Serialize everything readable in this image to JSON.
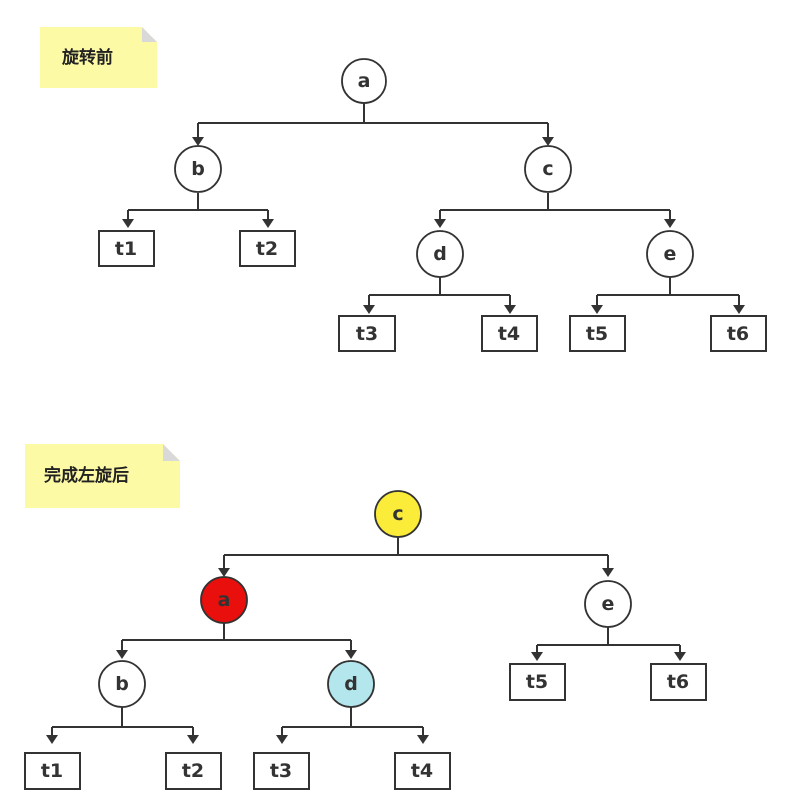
{
  "notes": {
    "before": "旋转前",
    "after": "完成左旋后"
  },
  "colors": {
    "note_bg": "#fdfaa6",
    "node_default": "#ffffff",
    "node_c_after": "#fbec3a",
    "node_a_after": "#e80f0c",
    "node_d_after": "#b4e6ee",
    "stroke": "#333333"
  },
  "tree_before": {
    "nodes": {
      "a": "a",
      "b": "b",
      "c": "c",
      "d": "d",
      "e": "e"
    },
    "leaves": {
      "t1": "t1",
      "t2": "t2",
      "t3": "t3",
      "t4": "t4",
      "t5": "t5",
      "t6": "t6"
    }
  },
  "tree_after": {
    "nodes": {
      "c": "c",
      "a": "a",
      "e": "e",
      "b": "b",
      "d": "d"
    },
    "leaves": {
      "t1": "t1",
      "t2": "t2",
      "t3": "t3",
      "t4": "t4",
      "t5": "t5",
      "t6": "t6"
    }
  }
}
